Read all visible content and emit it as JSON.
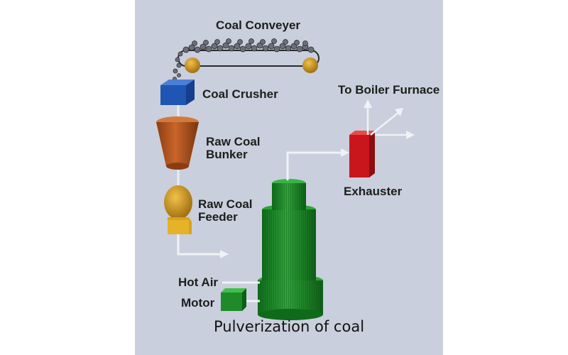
{
  "labels": {
    "coal_conveyer": "Coal Conveyer",
    "coal_crusher": "Coal Crusher",
    "raw_coal_bunker_line1": "Raw Coal",
    "raw_coal_bunker_line2": "Bunker",
    "raw_coal_feeder_line1": "Raw Coal",
    "raw_coal_feeder_line2": "Feeder",
    "to_boiler_furnace": "To Boiler Furnace",
    "exhauster": "Exhauster",
    "hot_air": "Hot Air",
    "motor": "Motor"
  },
  "caption": "Pulverization of coal",
  "colors": {
    "background_panel": "#c9cfdc",
    "crusher": "#1f55b3",
    "bunker": "#b8561c",
    "feeder": "#d9a21e",
    "mill": "#1f8a2a",
    "exhauster": "#c8161c",
    "pipe": "#e9ecf2"
  }
}
